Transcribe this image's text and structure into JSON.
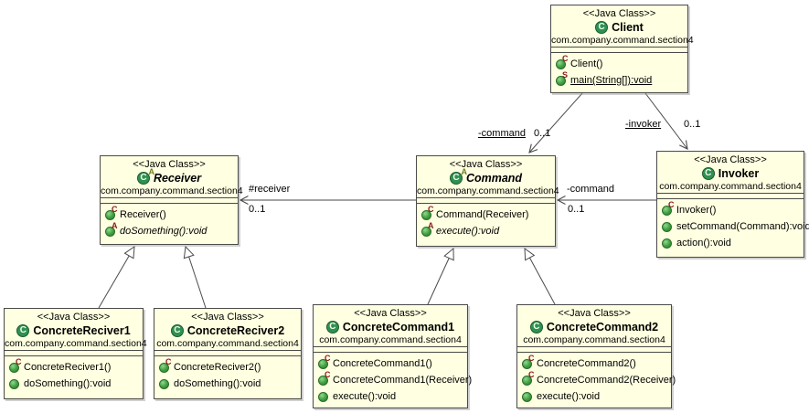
{
  "diagram": {
    "type": "uml-class-diagram",
    "pattern": "Command",
    "class_fill": "#FFFFE1",
    "border_color": "#4a4a4a",
    "icon_green": "#2F9150",
    "decorator_color": "#8B1A1A",
    "class_icon_letter": "C"
  },
  "classes": [
    {
      "id": "client",
      "stereotype": "<<Java Class>>",
      "name": "Client",
      "package": "com.company.command.section4",
      "icon_decorator": "",
      "methods": [
        {
          "label": "Client()",
          "decorator": "C"
        },
        {
          "label": "main(String[]):void",
          "decorator": "S"
        }
      ]
    },
    {
      "id": "receiver",
      "stereotype": "<<Java Class>>",
      "name": "Receiver",
      "package": "com.company.command.section4",
      "icon_decorator": "A",
      "methods": [
        {
          "label": "Receiver()",
          "decorator": "C"
        },
        {
          "label": "doSomething():void",
          "decorator": "A"
        }
      ]
    },
    {
      "id": "command",
      "stereotype": "<<Java Class>>",
      "name": "Command",
      "package": "com.company.command.section4",
      "icon_decorator": "A",
      "methods": [
        {
          "label": "Command(Receiver)",
          "decorator": "C"
        },
        {
          "label": "execute():void",
          "decorator": "A"
        }
      ]
    },
    {
      "id": "invoker",
      "stereotype": "<<Java Class>>",
      "name": "Invoker",
      "package": "com.company.command.section4",
      "icon_decorator": "",
      "methods": [
        {
          "label": "Invoker()",
          "decorator": "C"
        },
        {
          "label": "setCommand(Command):void",
          "decorator": ""
        },
        {
          "label": "action():void",
          "decorator": ""
        }
      ]
    },
    {
      "id": "concrete-reciver-1",
      "stereotype": "<<Java Class>>",
      "name": "ConcreteReciver1",
      "package": "com.company.command.section4",
      "icon_decorator": "",
      "methods": [
        {
          "label": "ConcreteReciver1()",
          "decorator": "C"
        },
        {
          "label": "doSomething():void",
          "decorator": ""
        }
      ]
    },
    {
      "id": "concrete-reciver-2",
      "stereotype": "<<Java Class>>",
      "name": "ConcreteReciver2",
      "package": "com.company.command.section4",
      "icon_decorator": "",
      "methods": [
        {
          "label": "ConcreteReciver2()",
          "decorator": "C"
        },
        {
          "label": "doSomething():void",
          "decorator": ""
        }
      ]
    },
    {
      "id": "concrete-command-1",
      "stereotype": "<<Java Class>>",
      "name": "ConcreteCommand1",
      "package": "com.company.command.section4",
      "icon_decorator": "",
      "methods": [
        {
          "label": "ConcreteCommand1()",
          "decorator": "C"
        },
        {
          "label": "ConcreteCommand1(Receiver)",
          "decorator": "C"
        },
        {
          "label": "execute():void",
          "decorator": ""
        }
      ]
    },
    {
      "id": "concrete-command-2",
      "stereotype": "<<Java Class>>",
      "name": "ConcreteCommand2",
      "package": "com.company.command.section4",
      "icon_decorator": "",
      "methods": [
        {
          "label": "ConcreteCommand2()",
          "decorator": "C"
        },
        {
          "label": "ConcreteCommand2(Receiver)",
          "decorator": "C"
        },
        {
          "label": "execute():void",
          "decorator": ""
        }
      ]
    }
  ],
  "edges": [
    {
      "type": "association",
      "from": "Client",
      "to": "Command",
      "role": "-command",
      "multiplicity": "0..1"
    },
    {
      "type": "association",
      "from": "Client",
      "to": "Invoker",
      "role": "-invoker",
      "multiplicity": "0..1"
    },
    {
      "type": "association",
      "from": "Command",
      "to": "Receiver",
      "role": "#receiver",
      "multiplicity": "0..1"
    },
    {
      "type": "association",
      "from": "Invoker",
      "to": "Command",
      "role": "-command",
      "multiplicity": "0..1"
    },
    {
      "type": "generalization",
      "from": "ConcreteReciver1",
      "to": "Receiver"
    },
    {
      "type": "generalization",
      "from": "ConcreteReciver2",
      "to": "Receiver"
    },
    {
      "type": "generalization",
      "from": "ConcreteCommand1",
      "to": "Command"
    },
    {
      "type": "generalization",
      "from": "ConcreteCommand2",
      "to": "Command"
    }
  ]
}
